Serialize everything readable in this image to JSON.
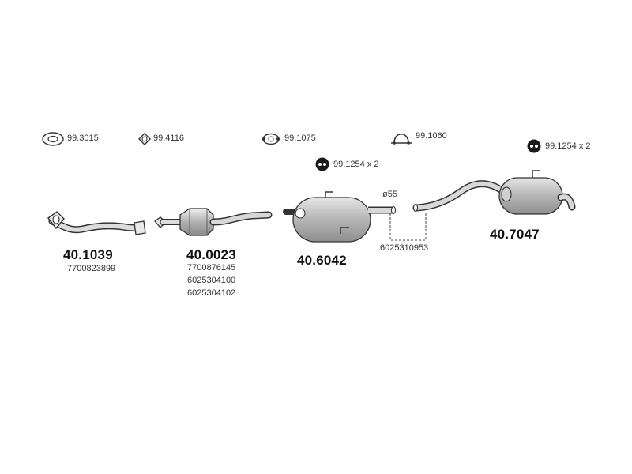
{
  "accessories": {
    "a1": {
      "code": "99.3015",
      "icon": "gasket-ring-icon"
    },
    "a2": {
      "code": "99.4116",
      "icon": "oval-gasket-icon"
    },
    "a3": {
      "code": "99.1075",
      "icon": "flange-gasket-icon"
    },
    "a4": {
      "code": "99.1060",
      "icon": "pipe-clamp-icon"
    },
    "a5": {
      "code": "99.1254 x 2",
      "icon": "rubber-hanger-icon"
    },
    "a6": {
      "code": "99.1254 x 2",
      "icon": "rubber-hanger-icon"
    }
  },
  "parts": {
    "front_pipe": {
      "number": "40.1039",
      "oe": [
        "7700823899"
      ]
    },
    "catalyst": {
      "number": "40.0023",
      "oe": [
        "7700876145",
        "6025304100",
        "6025304102"
      ]
    },
    "center_muffler": {
      "number": "40.6042",
      "diameter": "ø55"
    },
    "connector": {
      "oe": "6025310953"
    },
    "rear_muffler": {
      "number": "40.7047"
    }
  },
  "colors": {
    "line": "#333333",
    "body_fill": "#bfbfbf",
    "dark_fill": "#8a8a8a",
    "hanger": "#1a1a1a"
  }
}
